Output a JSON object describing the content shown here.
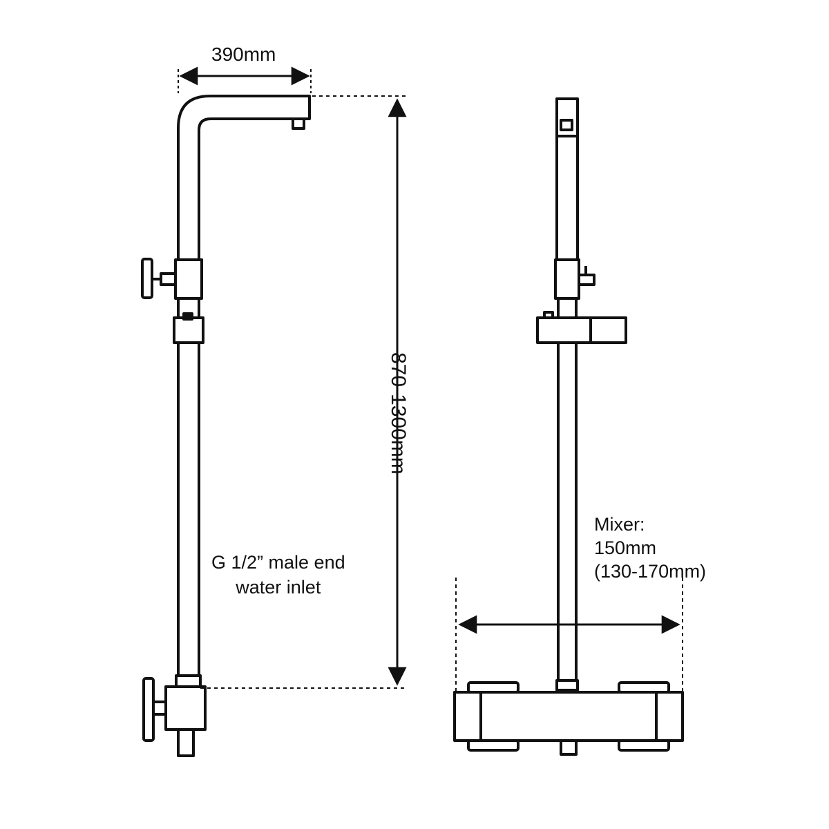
{
  "dimensions": {
    "top_arm_width": "390mm",
    "riser_height": "870-1300mm"
  },
  "mixer": {
    "line1": "Mixer:",
    "line2": "150mm",
    "line3": "(130-170mm)"
  },
  "inlet": {
    "line1": "G 1/2”  male end",
    "line2": "water inlet"
  },
  "colors": {
    "stroke": "#111111",
    "background": "#ffffff"
  }
}
